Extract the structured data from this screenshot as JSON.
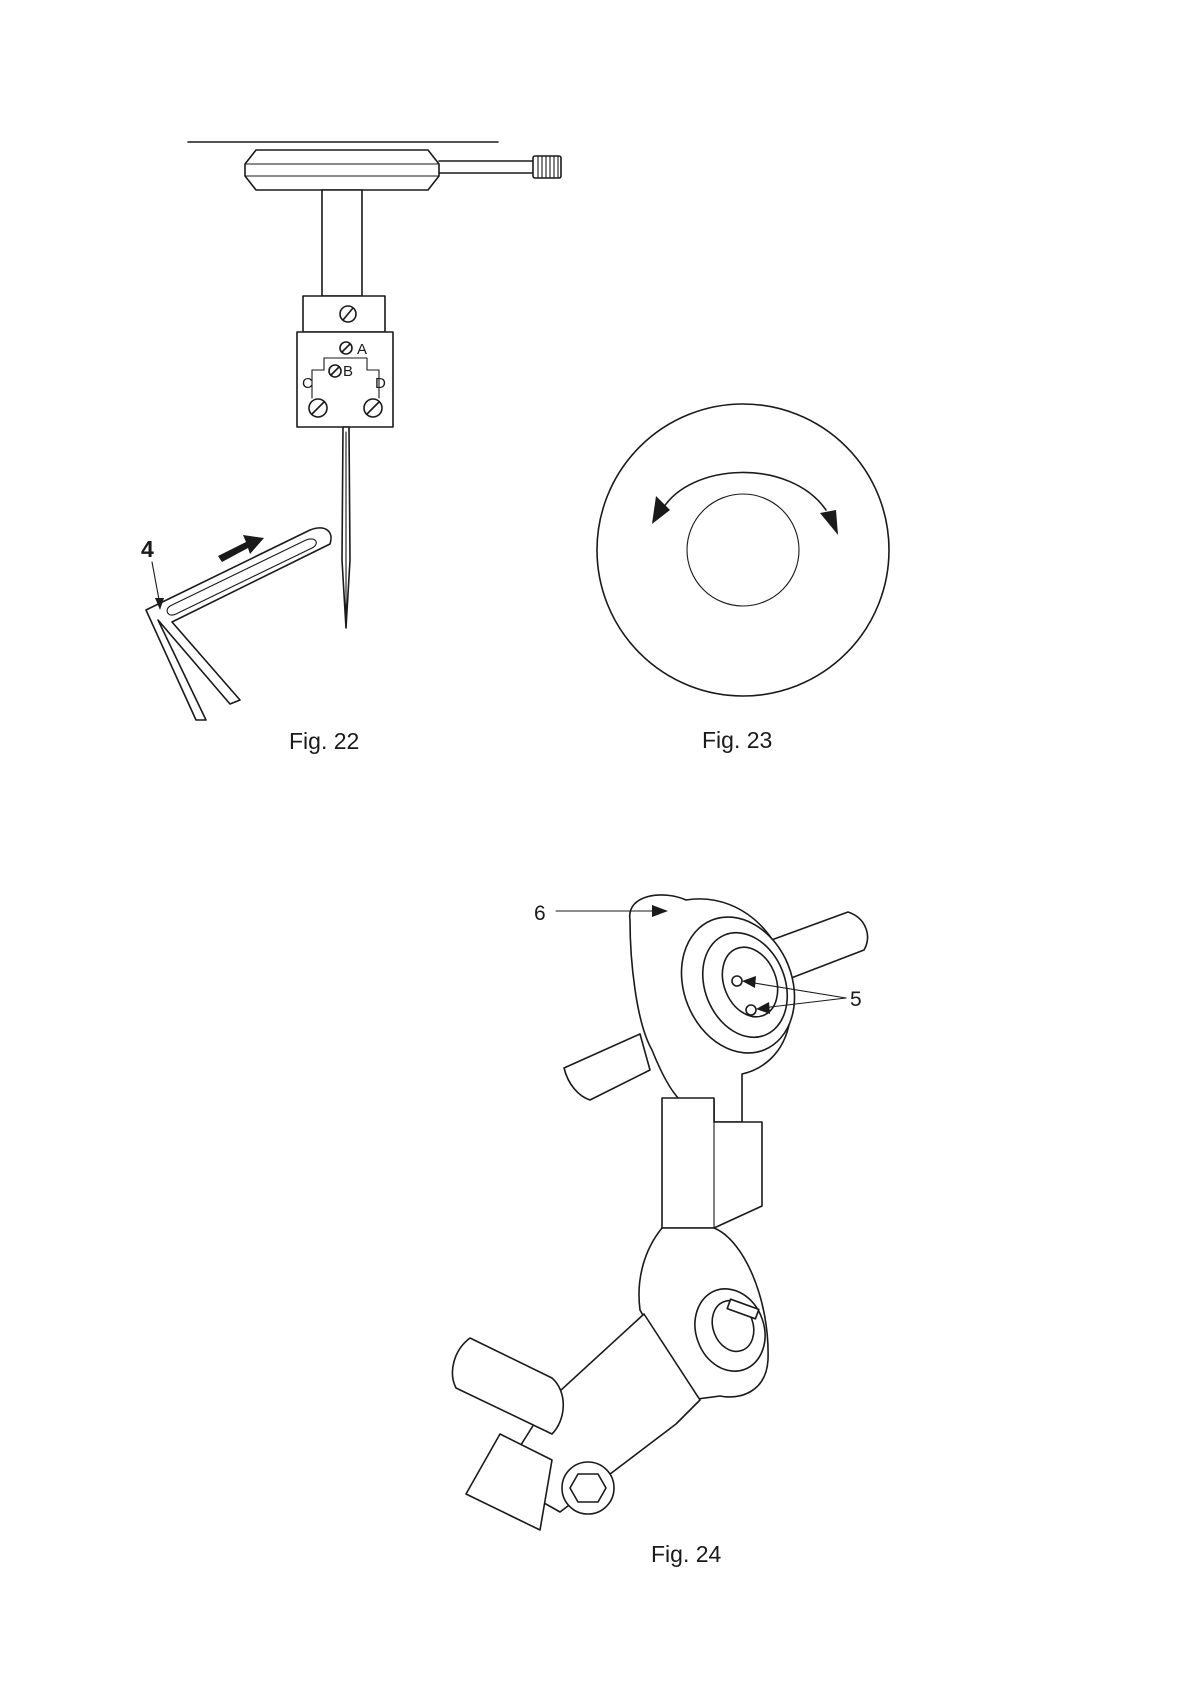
{
  "figures": {
    "fig22": {
      "caption": "Fig. 22",
      "callout": "4",
      "parts": [
        "A",
        "B",
        "C",
        "D"
      ]
    },
    "fig23": {
      "caption": "Fig. 23"
    },
    "fig24": {
      "caption": "Fig. 24",
      "callouts": [
        "6",
        "5"
      ]
    }
  },
  "colors": {
    "ink": "#1a1a1a",
    "paper": "#ffffff"
  }
}
